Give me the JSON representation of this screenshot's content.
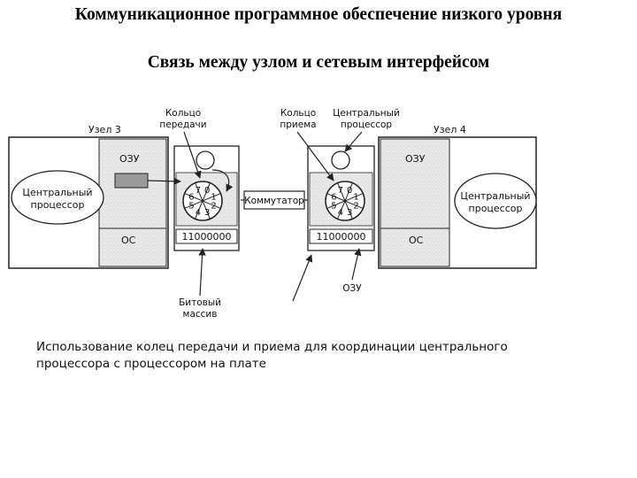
{
  "title": "Коммуникационное программное обеспечение  низкого уровня",
  "subtitle": "Связь между узлом и сетевым интерфейсом",
  "diagram": {
    "node3_label": "Узел 3",
    "node4_label": "Узел 4",
    "ram_left": "ОЗУ",
    "ram_right": "ОЗУ",
    "os_left": "ОС",
    "os_right": "ОС",
    "cpu_left": [
      "Центральный",
      "процессор"
    ],
    "cpu_right": [
      "Центральный",
      "процессор"
    ],
    "switch": "Коммутатор",
    "tx_ring_label": [
      "Кольцо",
      "передачи"
    ],
    "rx_ring_label": [
      "Кольцо",
      "приема"
    ],
    "cpu_top_label": [
      "Центральный",
      "процессор"
    ],
    "bit_array_label": [
      "Битовый",
      "массив"
    ],
    "ram_bottom_label": "ОЗУ",
    "left_ring_digits": [
      "7",
      "0",
      "1",
      "2",
      "3",
      "4",
      "5",
      "6"
    ],
    "right_ring_digits": [
      "7",
      "0",
      "1",
      "2",
      "3",
      "4",
      "5",
      "6"
    ],
    "left_bits": "11000000",
    "right_bits": "11000000"
  },
  "caption": [
    "Использование колец передачи и приема для координации центрального",
    "процессора с процессором на плате"
  ],
  "colors": {
    "text": "#111111",
    "line": "#222222",
    "shade": "#e8e8e8"
  }
}
